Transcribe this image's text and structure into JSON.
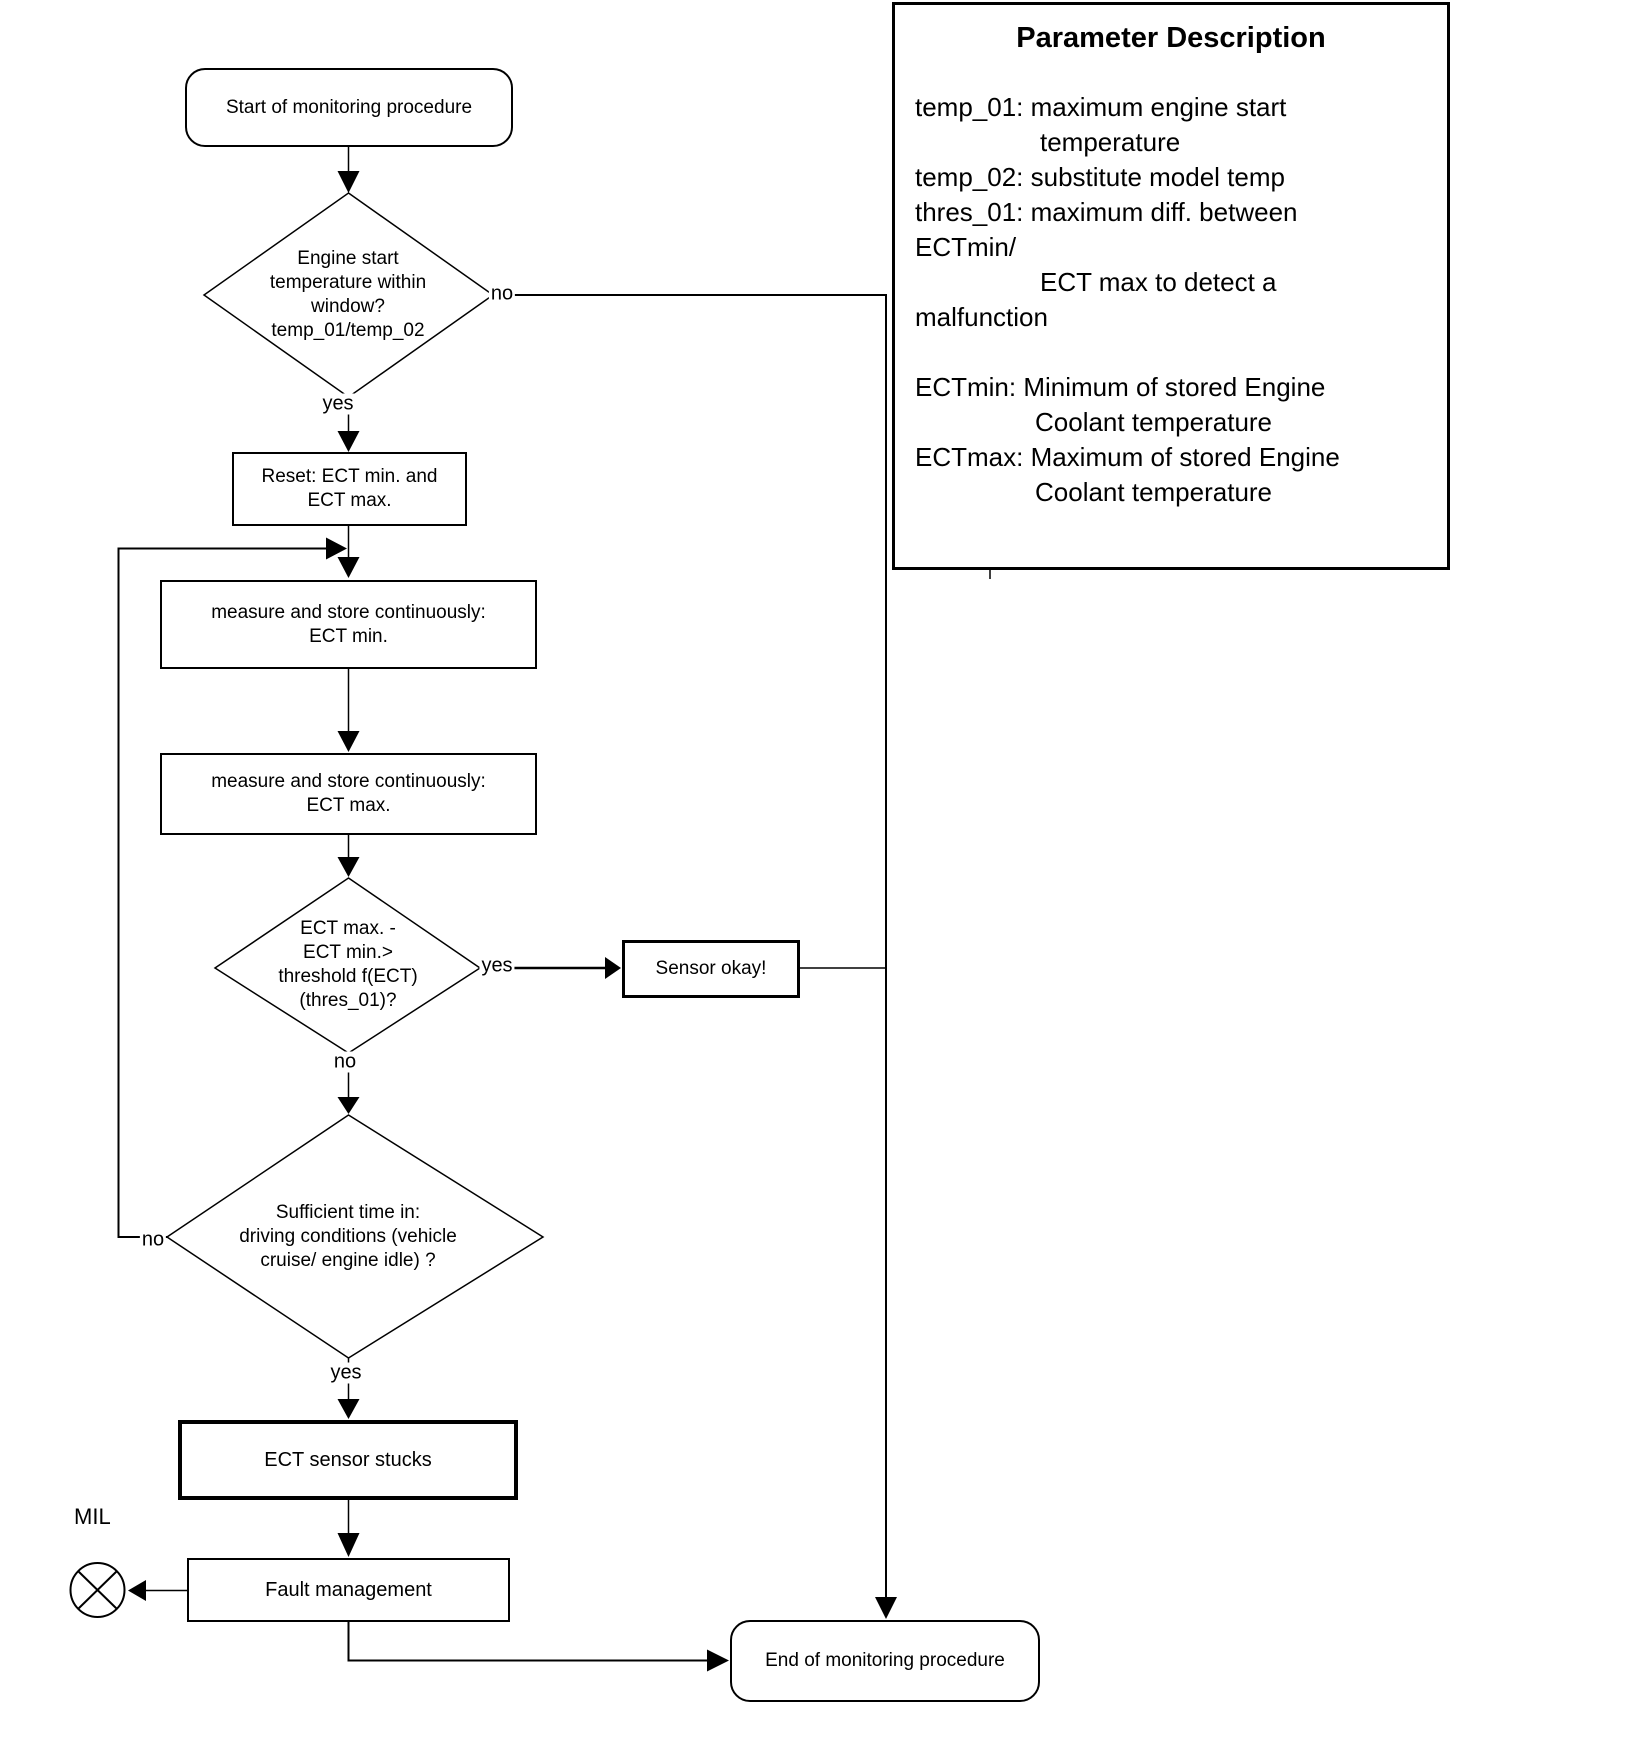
{
  "figure": {
    "background": "#ffffff",
    "line_color": "#000000",
    "nodes": {
      "start": "Start of monitoring procedure",
      "decision_start_temp": "Engine start\ntemperature within\nwindow?\ntemp_01/temp_02",
      "reset": "Reset: ECT min. and\nECT max.",
      "measure_min": "measure and store continuously:\nECT min.",
      "measure_max": "measure and store continuously:\nECT max.",
      "decision_threshold": "ECT max. -\nECT min.>\nthreshold f(ECT)\n(thres_01)?",
      "sensor_okay": "Sensor okay!",
      "decision_time": "Sufficient time in:\ndriving conditions (vehicle\ncruise/ engine idle) ?",
      "sensor_stucks": "ECT sensor stucks",
      "fault_management": "Fault management",
      "end": "End of monitoring procedure",
      "mil_label": "MIL"
    },
    "edge_labels": {
      "start_temp_no": "no",
      "start_temp_yes": "yes",
      "threshold_yes": "yes",
      "threshold_no": "no",
      "time_no": "no",
      "time_yes": "yes"
    },
    "legend": {
      "title": "Parameter Description",
      "lines": [
        "temp_01: maximum engine start",
        "temperature",
        "temp_02: substitute model temp",
        "thres_01: maximum diff. between",
        "ECTmin/",
        "ECT max to detect a",
        "malfunction",
        "",
        "ECTmin: Minimum of stored Engine",
        "Coolant temperature",
        "ECTmax: Maximum of stored Engine",
        "Coolant temperature"
      ]
    }
  }
}
